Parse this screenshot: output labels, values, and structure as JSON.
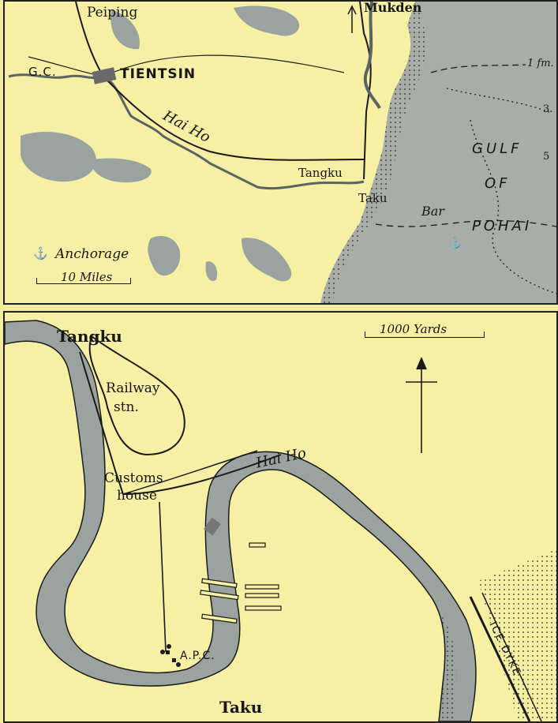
{
  "top_map": {
    "places": {
      "peiping": "Peiping",
      "mukden": "Mukden",
      "gc": "G.C.",
      "tientsin": "TIENTSIN",
      "tangku": "Tangku",
      "taku": "Taku",
      "bar": "Bar"
    },
    "river": "Hai Ho",
    "sea": {
      "line1": "GULF",
      "line2": "OF",
      "line3": "POHAI"
    },
    "depths": {
      "one_fm": "1 fm.",
      "three": "3.",
      "five": "5"
    },
    "legend": {
      "anchorage_symbol": "⚓",
      "anchorage_label": "Anchorage",
      "scale_label": "10 Miles"
    }
  },
  "bottom_map": {
    "places": {
      "tangku": "Tangku",
      "taku": "Taku",
      "railway": "Railway",
      "stn": "stn.",
      "customs": "Customs",
      "house": "house",
      "apc": "A.P.C.",
      "ice_dyke": "ICE DYKE"
    },
    "river": "Hai Ho",
    "scale_label": "1000 Yards"
  },
  "colors": {
    "paper": "#f6efa4",
    "water": "#9aa3a0",
    "water_dark": "#7f8988",
    "ink": "#1a1a1a"
  }
}
